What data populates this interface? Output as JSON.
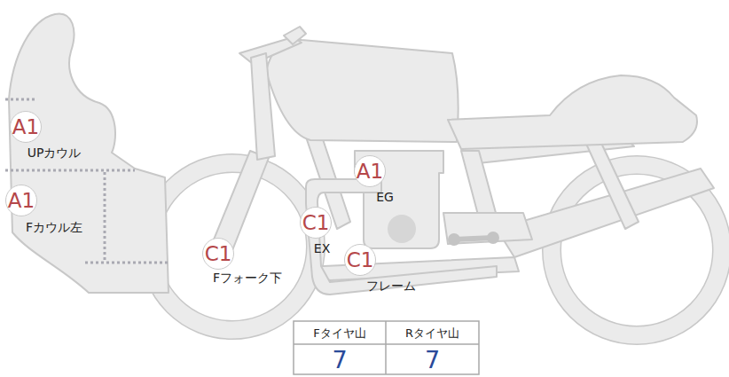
{
  "diagram": {
    "nodes": [
      {
        "text": [
          "A1",
          "UPカウル"
        ]
      },
      {
        "text": [
          "A1",
          "EG"
        ]
      },
      {
        "text": [
          "A1",
          "Fカウル左"
        ]
      },
      {
        "text": [
          "C1",
          "EX"
        ]
      },
      {
        "text": [
          "C1",
          "Fフォーク下"
        ]
      },
      {
        "text": [
          "C1",
          "フレーム"
        ]
      }
    ],
    "labels": [
      "Fタイヤ山",
      "Rタイヤ山",
      "7",
      "7"
    ]
  }
}
